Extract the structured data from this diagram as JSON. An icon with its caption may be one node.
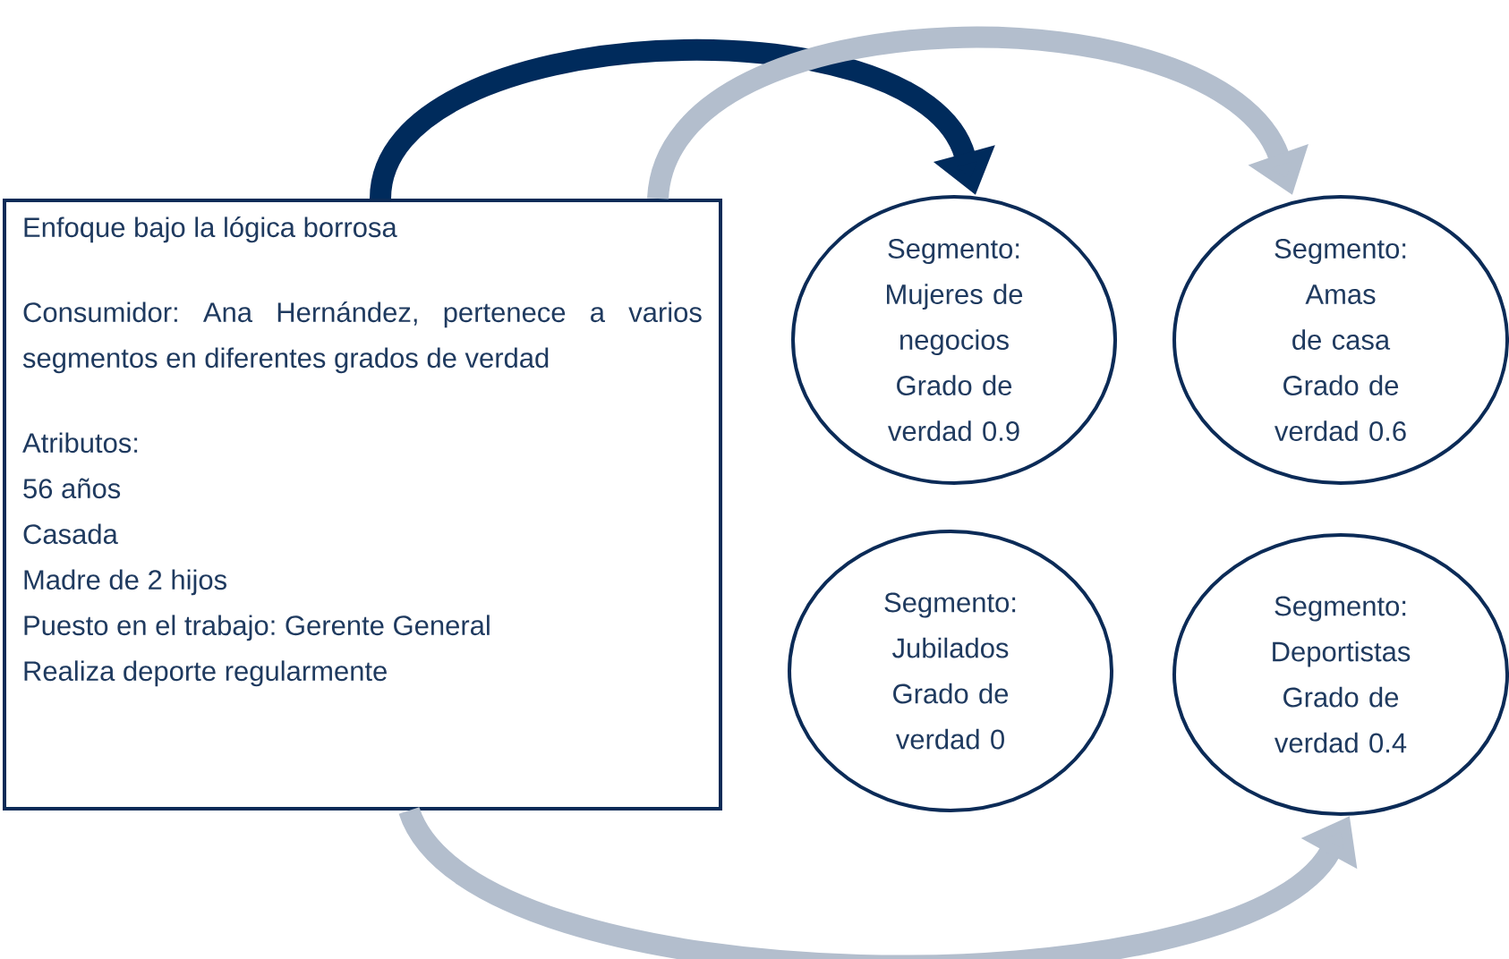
{
  "diagram": {
    "nodes": [
      {
        "text": [
          "Enfoque bajo la lógica borrosa",
          "Consumidor: Ana Hernández, pertenece a varios segmentos en diferentes grados de verdad",
          "Atributos:",
          "56 años",
          "Casada",
          "Madre de 2 hijos",
          "Puesto en el trabajo: Gerente General",
          "Realiza deporte regularmente"
        ]
      },
      {
        "text": [
          "Segmento: Mujeres de negocios",
          "Grado de verdad 0.9"
        ]
      },
      {
        "text": [
          "Segmento: Amas de casa",
          "Grado de verdad 0.6"
        ]
      },
      {
        "text": [
          "Segmento: Jubilados",
          "Grado de verdad 0"
        ]
      },
      {
        "text": [
          "Segmento: Deportistas",
          "Grado de verdad 0.4"
        ]
      }
    ],
    "edges": [
      {
        "from": 0,
        "to": 1,
        "arrow": "to",
        "color": "#002b5c"
      },
      {
        "from": 0,
        "to": 2,
        "arrow": "to"
      },
      {
        "from": 0,
        "to": 4,
        "arrow": "to"
      }
    ]
  }
}
